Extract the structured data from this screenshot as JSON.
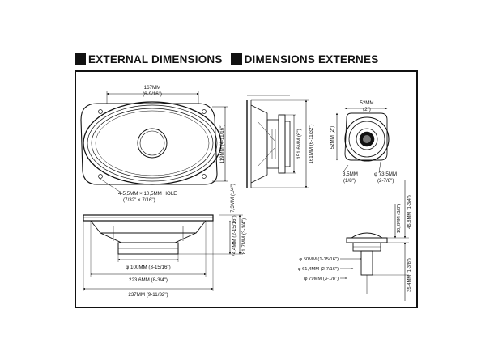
{
  "header": {
    "title_en": "EXTERNAL DIMENSIONS",
    "title_fr": "DIMENSIONS EXTERNES"
  },
  "front_view": {
    "width_mm": "167MM",
    "width_in": "(6-9/16\")",
    "height_mm": "119MM (4-11/16\")",
    "hole_mm": "4-5,5MM × 10,5MM HOLE",
    "hole_in": "(7/32\" × 7/16\")"
  },
  "side_view": {
    "depth_right": "7,3MM (1/4\")",
    "dim_151": "151,6MM (6\")",
    "dim_161": "161MM (6-11/32\")"
  },
  "tweeter_view": {
    "width_mm": "52MM",
    "width_in": "(2\")",
    "height": "52MM (2\")",
    "hole_mm": "3,5MM",
    "hole_in": "(1/8\")",
    "dia_mm": "φ 73,5MM",
    "dia_in": "(2-7/8\")"
  },
  "bottom_view": {
    "mount_depth": "74,4MM (2-15/16\")",
    "total_depth": "81,7MM (3-1/4\")",
    "magnet_dia": "φ 100MM (3-15/16\")",
    "width_inner": "223,6MM (8-3/4\")",
    "width_outer": "237MM (9-11/32\")"
  },
  "tweeter_side": {
    "d50": "φ 50MM (1-15/16\")",
    "d61": "φ 61,4MM (2-7/16\")",
    "d79": "φ 79MM (3-1/8\")",
    "h10": "10,2MM (3/8\")",
    "h45": "45,8MM (1-3/4\")",
    "h35": "35,4MM (1-3/8\")"
  }
}
